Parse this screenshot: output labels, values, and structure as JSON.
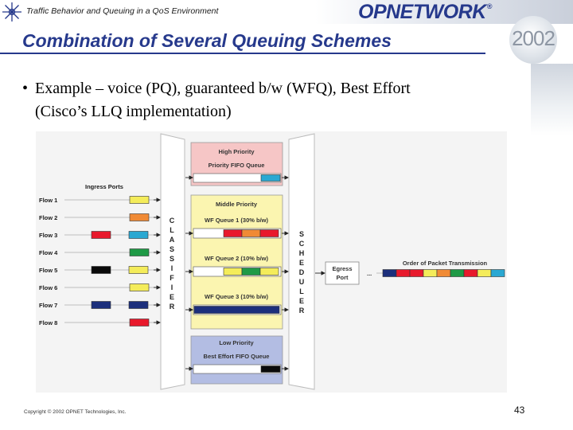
{
  "header": {
    "title": "Traffic Behavior and Queuing in a QoS Environment",
    "brand": "OPNETWORK",
    "brand_mark": "®",
    "year": "2002"
  },
  "slide": {
    "title": "Combination of Several Queuing Schemes",
    "bullet_symbol": "•",
    "bullet_line1": "Example – voice (PQ), guaranteed b/w (WFQ), Best Effort",
    "bullet_line2": "(Cisco’s LLQ implementation)"
  },
  "diagram": {
    "ingress_title": "Ingress Ports",
    "flows": [
      {
        "label": "Flow 1",
        "packets": [
          "#f4ec5a"
        ]
      },
      {
        "label": "Flow 2",
        "packets": [
          "#f08a35"
        ]
      },
      {
        "label": "Flow 3",
        "packets": [
          "#e8192c",
          "#2aa8d2"
        ]
      },
      {
        "label": "Flow 4",
        "packets": [
          "#1f9a46"
        ]
      },
      {
        "label": "Flow 5",
        "packets": [
          "#0a0a0a",
          "#f4ec5a"
        ]
      },
      {
        "label": "Flow 6",
        "packets": [
          "#f4ec5a"
        ]
      },
      {
        "label": "Flow 7",
        "packets": [
          "#1c2f7c",
          "#1c2f7c"
        ]
      },
      {
        "label": "Flow 8",
        "packets": [
          "#e8192c"
        ]
      }
    ],
    "classifier_letters": [
      "C",
      "L",
      "A",
      "S",
      "S",
      "I",
      "F",
      "I",
      "E",
      "R"
    ],
    "scheduler_letters": [
      "S",
      "C",
      "H",
      "E",
      "D",
      "U",
      "L",
      "E",
      "R"
    ],
    "high_priority": {
      "title": "High Priority",
      "queue_label": "Priority FIFO Queue",
      "color": "#f6c6c6",
      "packets": [
        "#2aa8d2"
      ]
    },
    "middle_priority": {
      "title": "Middle Priority",
      "color": "#fbf5b0",
      "queues": [
        {
          "label": "WF Queue 1 (30% b/w)",
          "packets": [
            "#e8192c",
            "#f08a35",
            "#e8192c"
          ]
        },
        {
          "label": "WF Queue 2 (10% b/w)",
          "packets": [
            "#f4ec5a",
            "#1f9a46",
            "#f4ec5a"
          ]
        },
        {
          "label": "WF Queue 3 (10% b/w)",
          "packets": [
            "#1c2f7c"
          ]
        }
      ]
    },
    "low_priority": {
      "title": "Low Priority",
      "queue_label": "Best Effort FIFO Queue",
      "color": "#b3bde3",
      "packets": [
        "#0a0a0a"
      ]
    },
    "egress": {
      "label_line1": "Egress",
      "label_line2": "Port",
      "order_title": "Order of Packet Transmission",
      "ellipsis": "...",
      "order": [
        "#1c2f7c",
        "#e8192c",
        "#e8192c",
        "#f4ec5a",
        "#f08a35",
        "#1f9a46",
        "#e8192c",
        "#f4ec5a",
        "#2aa8d2"
      ]
    }
  },
  "footer": {
    "copyright": "Copyright © 2002 OPNET Technologies, Inc.",
    "page_number": "43"
  }
}
